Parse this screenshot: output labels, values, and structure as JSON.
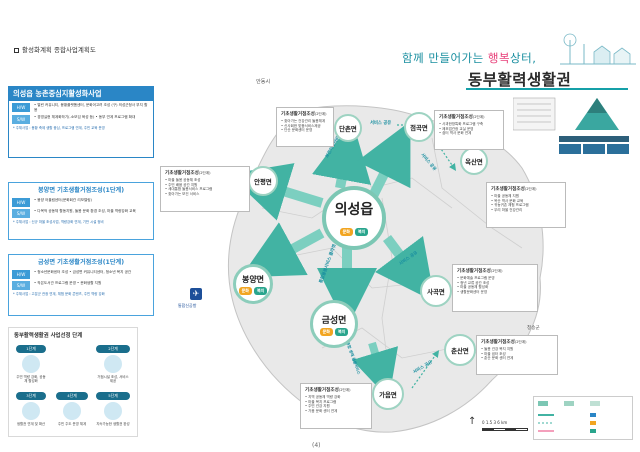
{
  "header": {
    "doc_title": "활성화계획 종합사업계획도",
    "slogan_a": "함께 만들어가는 ",
    "slogan_b": "행복",
    "slogan_c": "상터,",
    "main_title": "동부활력생활권"
  },
  "project_panel": {
    "title": "의성읍 농촌중심지활성화사업",
    "rows": [
      {
        "tag": "H/W",
        "text": "• 열린 커뮤니티, 봉황플랫폼센터, 문화어고려 조성 (구) 의성군청사 부지 활용"
      },
      {
        "tag": "S/W",
        "text": "• 경영실현 체계화하기(-소모임 육성 등) • 동부 연계 프로그램 확대"
      }
    ],
    "note": "* 주체사업 : 봉황 축제 생활 중심, 프로그램 연계, 주민 교육 운영"
  },
  "bongyang_panel": {
    "title": "봉양면 기초생활거점조성(1단계)",
    "rows": [
      {
        "tag": "H/W",
        "text": "• 봉양 어울림센터(문화회관 리모델링)"
      },
      {
        "tag": "S/W",
        "text": "• 다목적 공동체 활동지원, 돌봄 문화 환경 조성, 마을 역량강화 교육"
      }
    ],
    "note": "* 주체사업 : 신규 마을 조성사업, 역량강화 연계, 기반 시설 정비"
  },
  "geumseong_panel": {
    "title": "금성면 기초생활거점조성(1단계)",
    "rows": [
      {
        "tag": "H/W",
        "text": "• 청소년문화센터 조성 • 금성면 커뮤니티센터, 청소년 복지 공간"
      },
      {
        "tag": "S/W",
        "text": "• 작은도서관 프로그램 운영 • 문화생활 지원"
      }
    ],
    "note": "* 주체사업 : 고분군 관광 연계, 체험 문화 콘텐츠, 주민 역량 강화"
  },
  "map": {
    "top_label": "안동시",
    "east_label": "청송군",
    "center": {
      "name": "의성읍",
      "tag1": "문화",
      "tag2": "복지"
    },
    "bongyang": {
      "name": "봉양면",
      "tag1": "문화",
      "tag2": "복지"
    },
    "geumseong": {
      "name": "금성면",
      "tag1": "문화",
      "tag2": "복지"
    },
    "nodes": [
      "단촌면",
      "점곡면",
      "옥산면",
      "사곡면",
      "춘산면",
      "가음면",
      "안평면"
    ],
    "airport": "통합신공항",
    "flows": {
      "n": "보건의료서비스 클라켓",
      "s": "통합돌봄서비스 클라켓",
      "se": "청소년 통합 생태 돌봄서비스",
      "share1": "서비스 공유",
      "share2": "서비스 공유",
      "share3": "서비스 공유",
      "share4": "서비스 공유"
    }
  },
  "callouts": {
    "danchon": {
      "title": "기초생활거점조성",
      "stage": "(2단계)",
      "lines": [
        "• 찾아가는 건강관리 돌봄체계",
        "• 신사회한 맞춤서비스제공",
        "• 단산 문화센터 운영"
      ]
    },
    "jeomgok": {
      "title": "기초생활거점조성",
      "stage": "(2단계)",
      "lines": [
        "• 사과한방특화 프로그램 구축",
        "• 제조업관광 교실 운영",
        "• 쉼터 역사 문화 연계"
      ]
    },
    "anpyeong": {
      "title": "기초생활거점조성",
      "stage": "(2단계)",
      "lines": [
        "• 마을 돌봄 공동체 조성",
        "• 주민 배움 공간 지원",
        "• 세대통합 돌봄서비스 프로그램",
        "• 찾아가는 보건 서비스"
      ]
    },
    "oksan": {
      "title": "기초생활거점조성",
      "stage": "(2단계)",
      "lines": [
        "• 마을 공동체 지원",
        "• 옥산 역사 문화 교육",
        "• 귀농귀촌 체험 프로그램",
        "• 우리 마을 건강관리"
      ]
    },
    "sagok": {
      "title": "기초생활거점조성",
      "stage": "(2단계)",
      "lines": [
        "• 문화예술 프로그램 운영",
        "• 청년 교류 공간 조성",
        "• 마을 공동체 활성화",
        "• 생활문화센터 운영"
      ]
    },
    "chunsan": {
      "title": "기초생활거점조성",
      "stage": "(2단계)",
      "lines": [
        "• 돌봄 건강 복지 지원",
        "• 마을 쉼터 조성",
        "• 춘산 문화 센터 연계"
      ]
    },
    "gaeum": {
      "title": "기초생활거점조성",
      "stage": "(2단계)",
      "lines": [
        "• 지역 공동체 역량 강화",
        "• 마을 복지 프로그램",
        "• 주민 건강 지원",
        "• 가음 문화 센터 연계"
      ]
    }
  },
  "steps_panel": {
    "title": "동부활력생활권 사업선정 단계",
    "steps": [
      {
        "tag": "1단계",
        "text": "주민 역량 강화, 공동체 활성화"
      },
      {
        "tag": "2단계",
        "text": "거점시설 조성, 서비스 제공"
      },
      {
        "tag": "3단계",
        "text": "생활권 연계 및 확산"
      },
      {
        "tag": "4단계",
        "text": "주민 주도 운영 체계"
      },
      {
        "tag": "5단계",
        "text": "지속가능한 생활권 완성"
      }
    ]
  },
  "legend": {
    "scale": "0 1.5 3 6 km"
  },
  "page_number": "(4)",
  "colors": {
    "primary": "#2a86c6",
    "teal": "#29a58d",
    "node_ring": "#7cc7b4",
    "slogan": "#1a8fa0",
    "accent": "#e8407a",
    "yellow": "#f2a521"
  }
}
